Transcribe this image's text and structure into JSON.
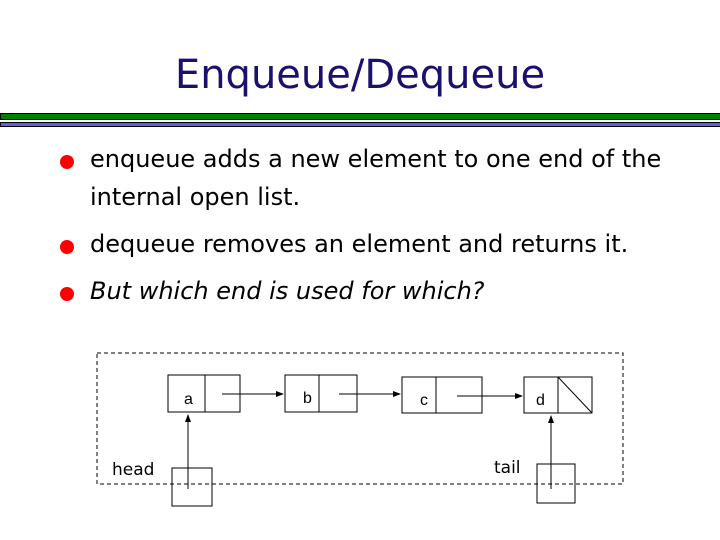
{
  "slide": {
    "title": "Enqueue/Dequeue",
    "bullets": [
      {
        "text": "enqueue adds a new element to one end of the internal open list."
      },
      {
        "text": "dequeue removes an element and returns it."
      },
      {
        "text": "But which end is used for which?"
      }
    ]
  },
  "diagram": {
    "nodes": [
      "a",
      "b",
      "c",
      "d"
    ],
    "head_label": "head",
    "tail_label": "tail"
  },
  "colors": {
    "title": "#1a1070",
    "bullet": "#ff0000",
    "rule_green": "#008000",
    "rule_purple": "#6a5ae0"
  }
}
